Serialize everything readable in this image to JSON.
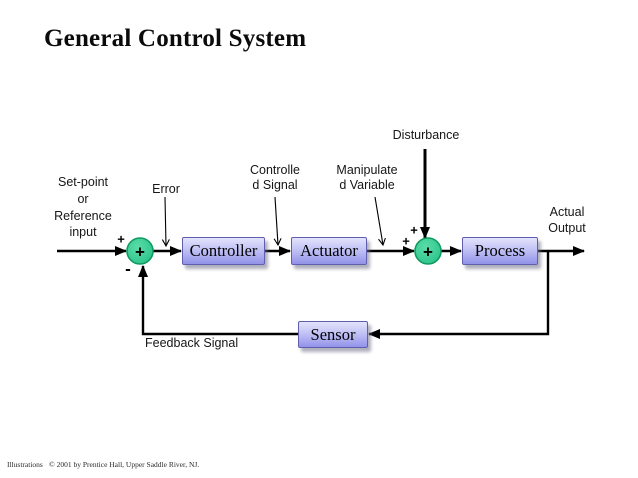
{
  "title": "General Control System",
  "colors": {
    "line": "#000000",
    "block_top": "#e3e3fc",
    "block_mid": "#bcbcf4",
    "block_bottom": "#9292e9",
    "block_border": "#5f5fae",
    "junction_fill": "#26c188",
    "junction_highlight": "#5bdca8",
    "junction_border": "#0f9a60"
  },
  "diagram": {
    "blocks": [
      {
        "id": "controller",
        "label": "Controller"
      },
      {
        "id": "actuator",
        "label": "Actuator"
      },
      {
        "id": "process",
        "label": "Process"
      },
      {
        "id": "sensor",
        "label": "Sensor"
      }
    ],
    "labels": {
      "setpoint": "Set-point\nor\nReference\ninput",
      "error": "Error",
      "controlled_signal": "Controlle\nd Signal",
      "manipulated_variable": "Manipulate\nd Variable",
      "disturbance": "Disturbance",
      "actual_output": "Actual\nOutput",
      "feedback_signal": "Feedback Signal"
    },
    "signs": {
      "sum1_center": "+",
      "sum1_input": "+",
      "sum1_feedback": "-",
      "sum2_center": "+",
      "sum2_disturbance": "+",
      "sum2_input": "+"
    }
  },
  "footer": {
    "label": "Illustrations",
    "copyright": "© 2001 by Prentice Hall, Upper Saddle River, NJ."
  }
}
